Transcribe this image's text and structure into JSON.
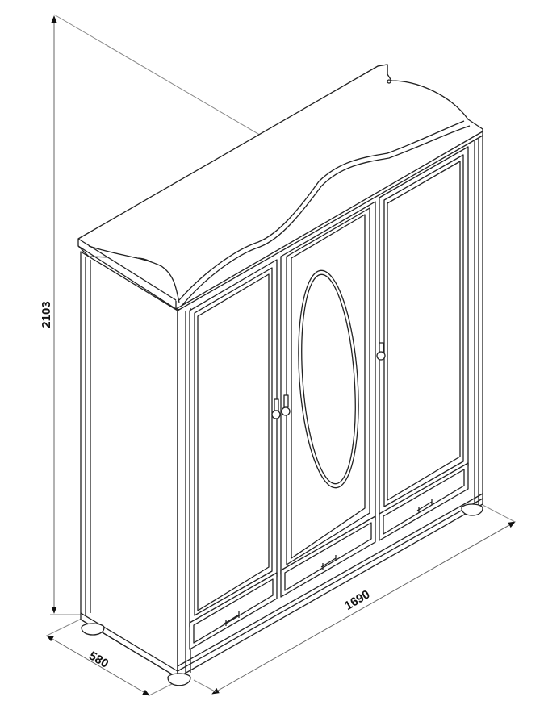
{
  "diagram": {
    "subject": "three-door wardrobe with three drawers, isometric line drawing",
    "line_color": "#222222",
    "dimension_line_color": "#888888",
    "background": "#ffffff"
  },
  "dimensions": {
    "height": {
      "value": "2103",
      "label": "2103"
    },
    "depth": {
      "value": "580",
      "label": "580"
    },
    "width": {
      "value": "1690",
      "label": "1690"
    }
  },
  "parts": {
    "doors": [
      "left-door",
      "center-mirror-door",
      "right-door"
    ],
    "drawers": [
      "left-drawer",
      "center-drawer",
      "right-drawer"
    ],
    "feet": 4
  }
}
